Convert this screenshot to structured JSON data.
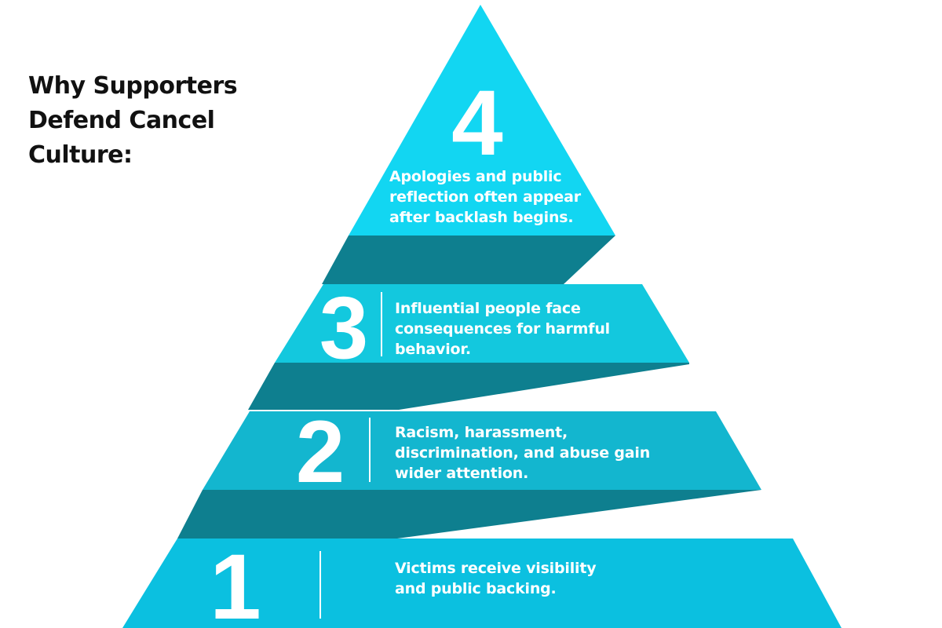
{
  "title": {
    "line1": "Why Supporters",
    "line2": "Defend Cancel",
    "line3": "Culture:"
  },
  "levels": [
    {
      "number": "4",
      "lines": [
        "Apologies and public",
        "reflection often appear",
        "after backlash begins."
      ]
    },
    {
      "number": "3",
      "lines": [
        "Influential people face",
        "consequences for harmful",
        "behavior."
      ]
    },
    {
      "number": "2",
      "lines": [
        "Racism, harassment,",
        "discrimination, and abuse gain",
        "wider attention."
      ]
    },
    {
      "number": "1",
      "lines": [
        "Victims receive visibility",
        "and public backing."
      ]
    }
  ],
  "colors": {
    "tier4": "#12d6f2",
    "tier3": "#13c8de",
    "tier2": "#13b6cf",
    "tier1": "#0bc0e0",
    "connector": "#0e7f8f",
    "divider": "#ffffff",
    "text": "#ffffff",
    "title": "#111111"
  }
}
